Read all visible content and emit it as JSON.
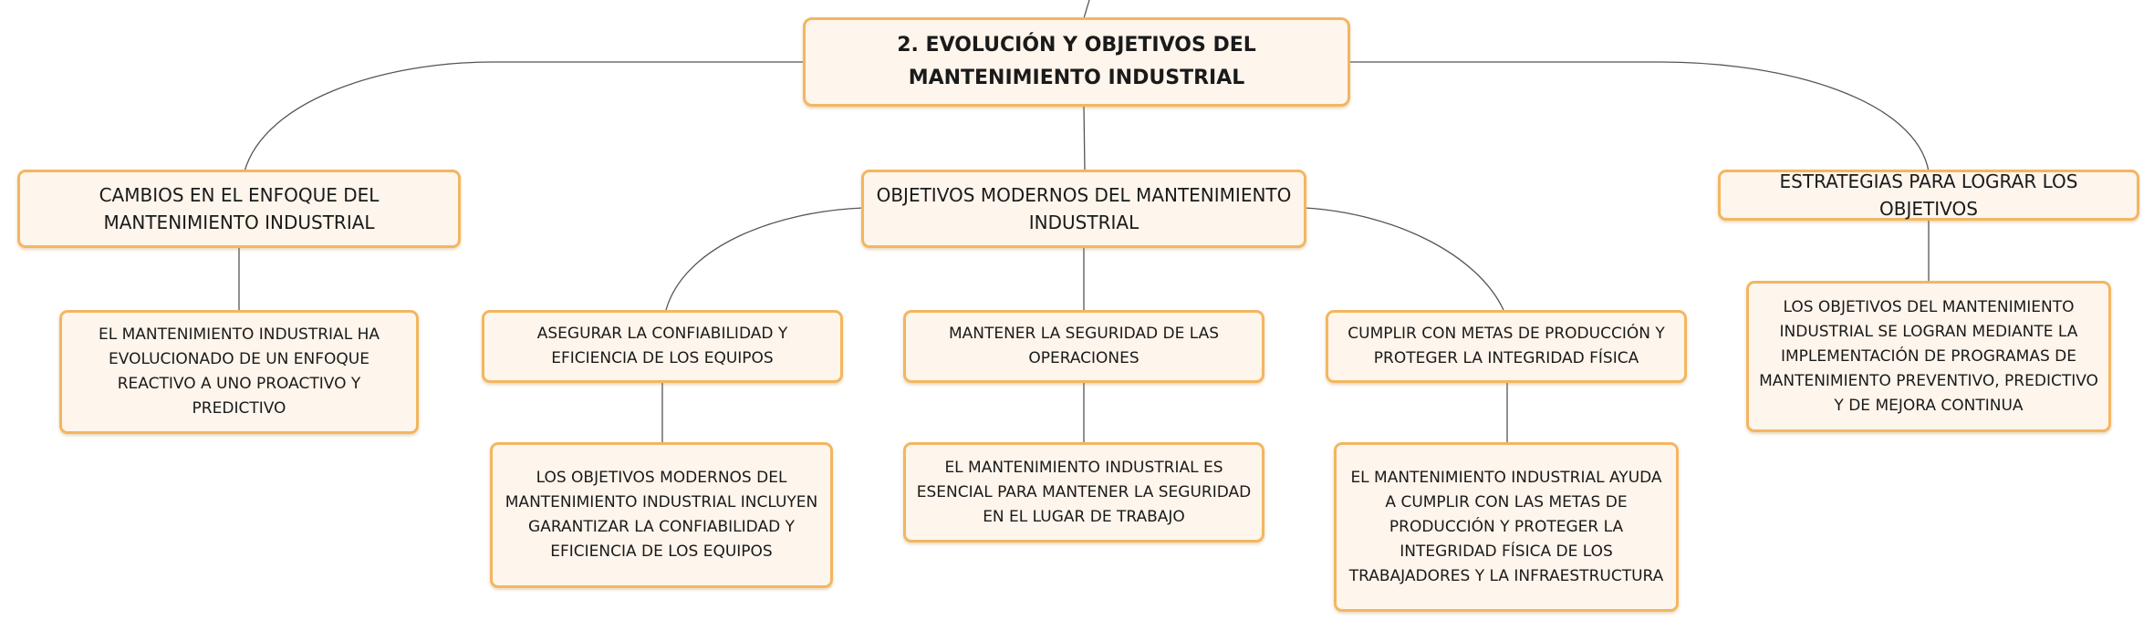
{
  "root": {
    "title": "2. EVOLUCIÓN Y OBJETIVOS DEL MANTENIMIENTO INDUSTRIAL"
  },
  "branches": [
    {
      "title": "CAMBIOS EN EL ENFOQUE DEL MANTENIMIENTO INDUSTRIAL",
      "detail": "EL MANTENIMIENTO INDUSTRIAL HA EVOLUCIONADO DE UN ENFOQUE REACTIVO A UNO PROACTIVO Y PREDICTIVO"
    },
    {
      "title": "OBJETIVOS MODERNOS DEL MANTENIMIENTO INDUSTRIAL",
      "children": [
        {
          "title": "ASEGURAR LA CONFIABILIDAD Y EFICIENCIA DE LOS EQUIPOS",
          "detail": "LOS OBJETIVOS MODERNOS DEL MANTENIMIENTO INDUSTRIAL INCLUYEN GARANTIZAR LA CONFIABILIDAD Y EFICIENCIA DE LOS EQUIPOS"
        },
        {
          "title": "MANTENER LA SEGURIDAD DE LAS OPERACIONES",
          "detail": "EL MANTENIMIENTO INDUSTRIAL ES ESENCIAL PARA MANTENER LA SEGURIDAD EN EL LUGAR DE TRABAJO"
        },
        {
          "title": "CUMPLIR CON METAS DE PRODUCCIÓN Y PROTEGER LA INTEGRIDAD FÍSICA",
          "detail": "EL MANTENIMIENTO INDUSTRIAL AYUDA A CUMPLIR CON LAS METAS DE PRODUCCIÓN Y PROTEGER LA INTEGRIDAD FÍSICA DE LOS TRABAJADORES Y LA INFRAESTRUCTURA"
        }
      ]
    },
    {
      "title": "ESTRATEGIAS PARA LOGRAR LOS OBJETIVOS",
      "detail": "LOS OBJETIVOS DEL MANTENIMIENTO INDUSTRIAL SE LOGRAN MEDIANTE LA IMPLEMENTACIÓN DE PROGRAMAS DE MANTENIMIENTO PREVENTIVO, PREDICTIVO Y DE MEJORA CONTINUA"
    }
  ],
  "colors": {
    "node_fill": "#fef5ec",
    "node_border": "#f3b660",
    "connector": "#555555",
    "text": "#1a1a1a"
  }
}
